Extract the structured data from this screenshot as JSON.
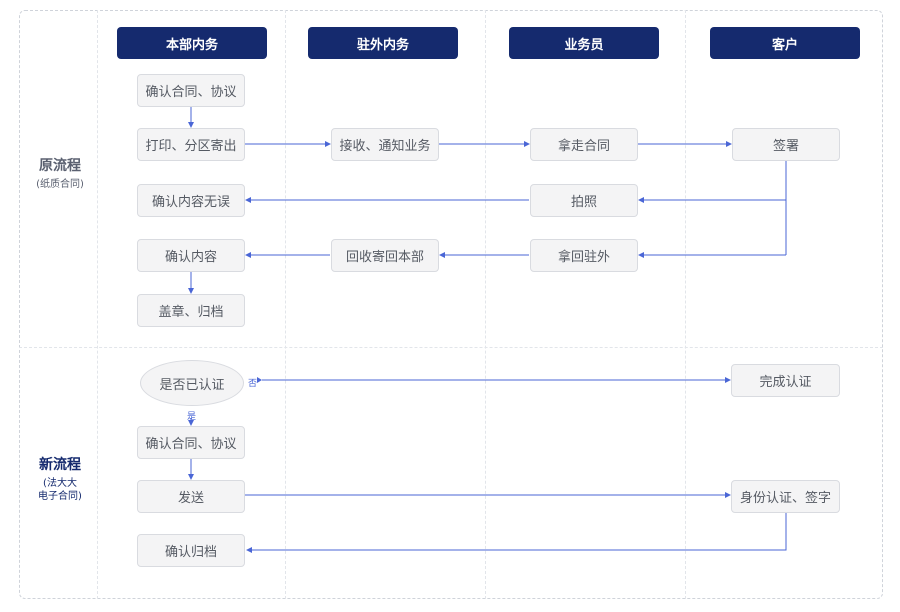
{
  "lanes": [
    "本部内务",
    "驻外内务",
    "业务员",
    "客户"
  ],
  "rows": {
    "old": {
      "title": "原流程",
      "subtitle": "(纸质合同)"
    },
    "new": {
      "title": "新流程",
      "subtitle_line1": "(法大大",
      "subtitle_line2": "电子合同)"
    }
  },
  "old_flow": {
    "confirm_contract": "确认合同、协议",
    "print_send": "打印、分区寄出",
    "receive_notify": "接收、通知业务",
    "take_contract": "拿走合同",
    "sign": "签署",
    "confirm_no_error": "确认内容无误",
    "photo": "拍照",
    "confirm_content": "确认内容",
    "return_hq": "回收寄回本部",
    "bring_back": "拿回驻外",
    "stamp_archive": "盖章、归档"
  },
  "new_flow": {
    "verified_q": "是否已认证",
    "no_label": "否",
    "yes_label": "是",
    "complete_cert": "完成认证",
    "confirm_contract": "确认合同、协议",
    "send": "发送",
    "id_cert_sign": "身份认证、签字",
    "confirm_archive": "确认归档"
  },
  "colors": {
    "header_bg": "#152a6e",
    "arrow": "#4a66d6",
    "box_bg": "#f4f4f5"
  }
}
